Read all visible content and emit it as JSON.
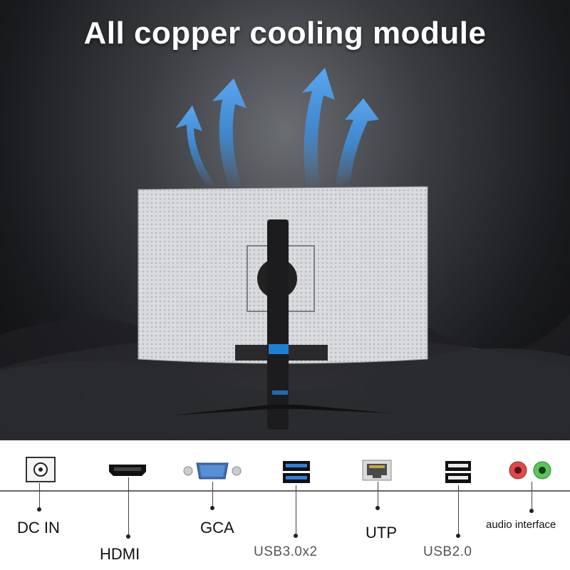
{
  "headline": "All copper cooling module",
  "ports": [
    {
      "id": "dc-in",
      "label": "DC IN",
      "icon": "dc-power-jack-icon"
    },
    {
      "id": "hdmi",
      "label": "HDMI",
      "icon": "hdmi-port-icon"
    },
    {
      "id": "gca",
      "label": "GCA",
      "icon": "vga-port-icon"
    },
    {
      "id": "usb3",
      "label": "USB3.0x2",
      "icon": "usb3-double-port-icon"
    },
    {
      "id": "utp",
      "label": "UTP",
      "icon": "ethernet-port-icon"
    },
    {
      "id": "usb2",
      "label": "USB2.0",
      "icon": "usb2-double-port-icon"
    },
    {
      "id": "audio",
      "label": "audio interface",
      "icon": "audio-jacks-icon"
    }
  ],
  "colors": {
    "arrow": "#3d8fe0",
    "accent": "#1f7fd6",
    "audio_red": "#e0484c",
    "audio_green": "#5bc45b"
  }
}
